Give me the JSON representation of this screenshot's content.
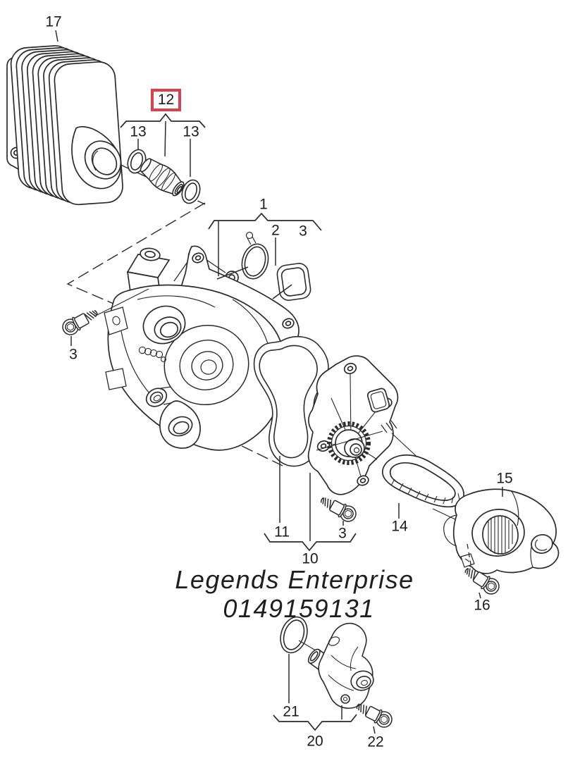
{
  "diagram": {
    "type": "exploded-parts-diagram",
    "subject": "engine coolant pump with oil cooler",
    "watermark": {
      "line1": "Legends Enterprise",
      "line2": "0149159131"
    },
    "colors": {
      "line": "#2b2b2b",
      "background": "#ffffff",
      "highlight": "#d8414d",
      "text": "#1b1b1b"
    },
    "highlighted_callout": "12",
    "callouts": {
      "c1": "1",
      "c2": "2",
      "c3_top": "3",
      "c3_left": "3",
      "c3_bottom": "3",
      "c10": "10",
      "c11": "11",
      "c12": "12",
      "c13_left": "13",
      "c13_right": "13",
      "c14": "14",
      "c15": "15",
      "c16": "16",
      "c17": "17",
      "c20": "20",
      "c21": "21",
      "c22": "22"
    }
  }
}
